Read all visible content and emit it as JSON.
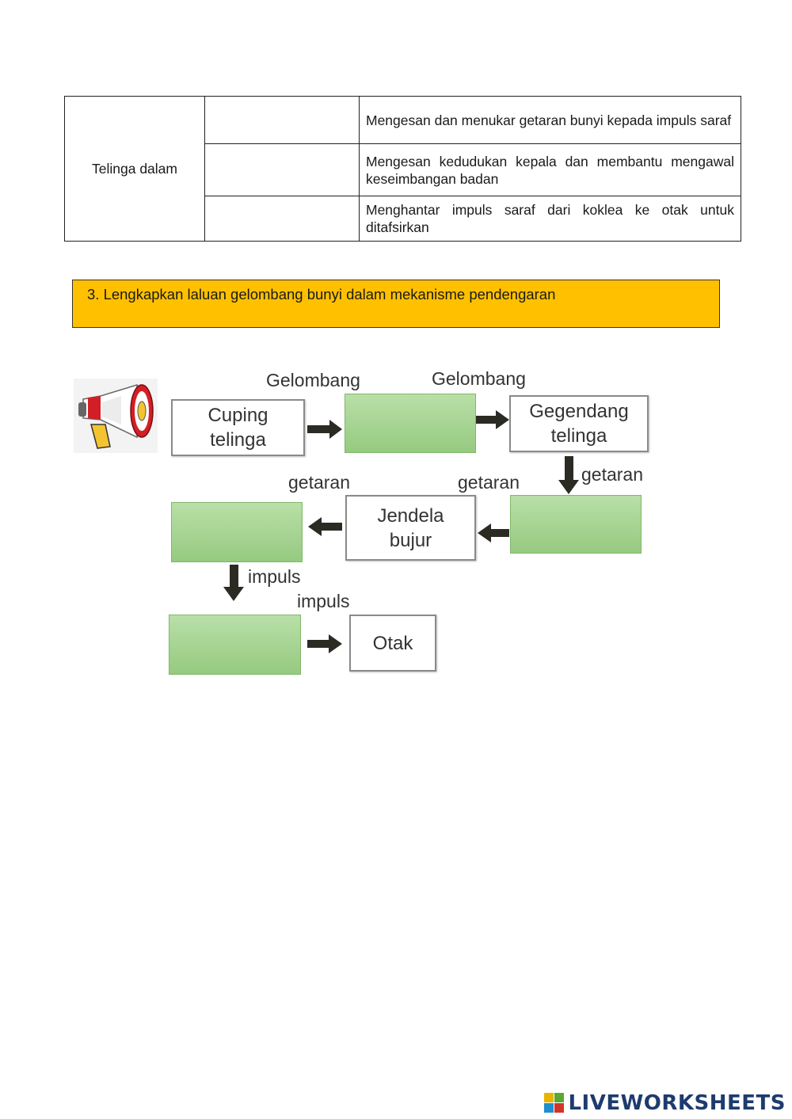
{
  "table": {
    "organ": "Telinga dalam",
    "rows": [
      {
        "part": "",
        "function": "Mengesan dan menukar getaran bunyi kepada impuls saraf"
      },
      {
        "part": "",
        "function": "Mengesan kedudukan kepala dan membantu mengawal keseimbangan badan"
      },
      {
        "part": "",
        "function": "Menghantar impuls saraf dari koklea ke otak untuk ditafsirkan"
      }
    ]
  },
  "question": {
    "text": "3. Lengkapkan laluan gelombang bunyi dalam mekanisme pendengaran"
  },
  "diagram": {
    "boxes": {
      "cuping": "Cuping\ntelinga",
      "gegendang": "Gegendang\ntelinga",
      "jendela": "Jendela\nbujur",
      "otak": "Otak"
    },
    "answers": [
      "",
      "",
      "",
      ""
    ],
    "labels": {
      "gelombang_1": "Gelombang",
      "gelombang_2": "Gelombang",
      "getaran_1": "getaran",
      "getaran_2": "getaran",
      "getaran_3": "getaran",
      "impuls_1": "impuls",
      "impuls_2": "impuls"
    },
    "megaphone": "megaphone-icon"
  },
  "footer": {
    "brand": "LIVEWORKSHEETS",
    "logo_letters": [
      "L",
      "I",
      "V",
      "E"
    ],
    "colors": {
      "brand": "#1d3b6e",
      "banner": "#ffc000",
      "answer_fill": "#a9d597"
    }
  }
}
